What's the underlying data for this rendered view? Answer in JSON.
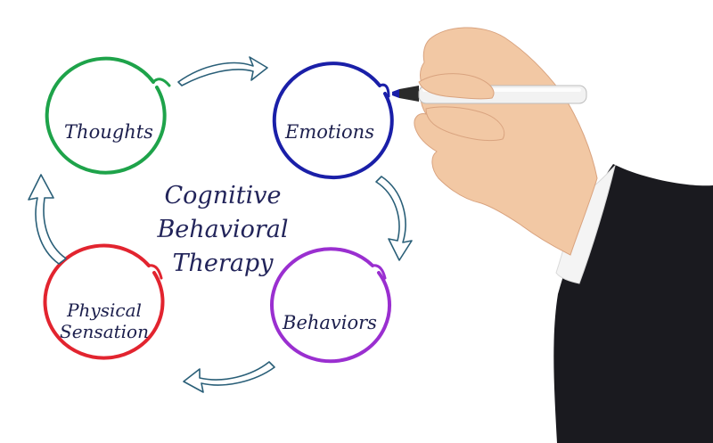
{
  "diagram": {
    "title_lines": [
      "Cognitive",
      "Behavioral",
      "Therapy"
    ],
    "nodes": [
      {
        "id": "thoughts",
        "label_lines": [
          "Thoughts"
        ],
        "color": "#1ea34a"
      },
      {
        "id": "emotions",
        "label_lines": [
          "Emotions"
        ],
        "color": "#1a1fa8"
      },
      {
        "id": "behaviors",
        "label_lines": [
          "Behaviors"
        ],
        "color": "#9a2fd0"
      },
      {
        "id": "physical-sensation",
        "label_lines": [
          "Physical",
          "Sensation"
        ],
        "color": "#e2242f"
      }
    ],
    "arrow_color": "#2a5f78",
    "flow": [
      "thoughts",
      "emotions",
      "behaviors",
      "physical-sensation",
      "thoughts"
    ]
  },
  "illustration": {
    "subject": "hand-with-marker",
    "marker_color": "#f2f2f2",
    "sleeve_color": "#1a1a1f",
    "skin_color": "#f2c8a4"
  }
}
